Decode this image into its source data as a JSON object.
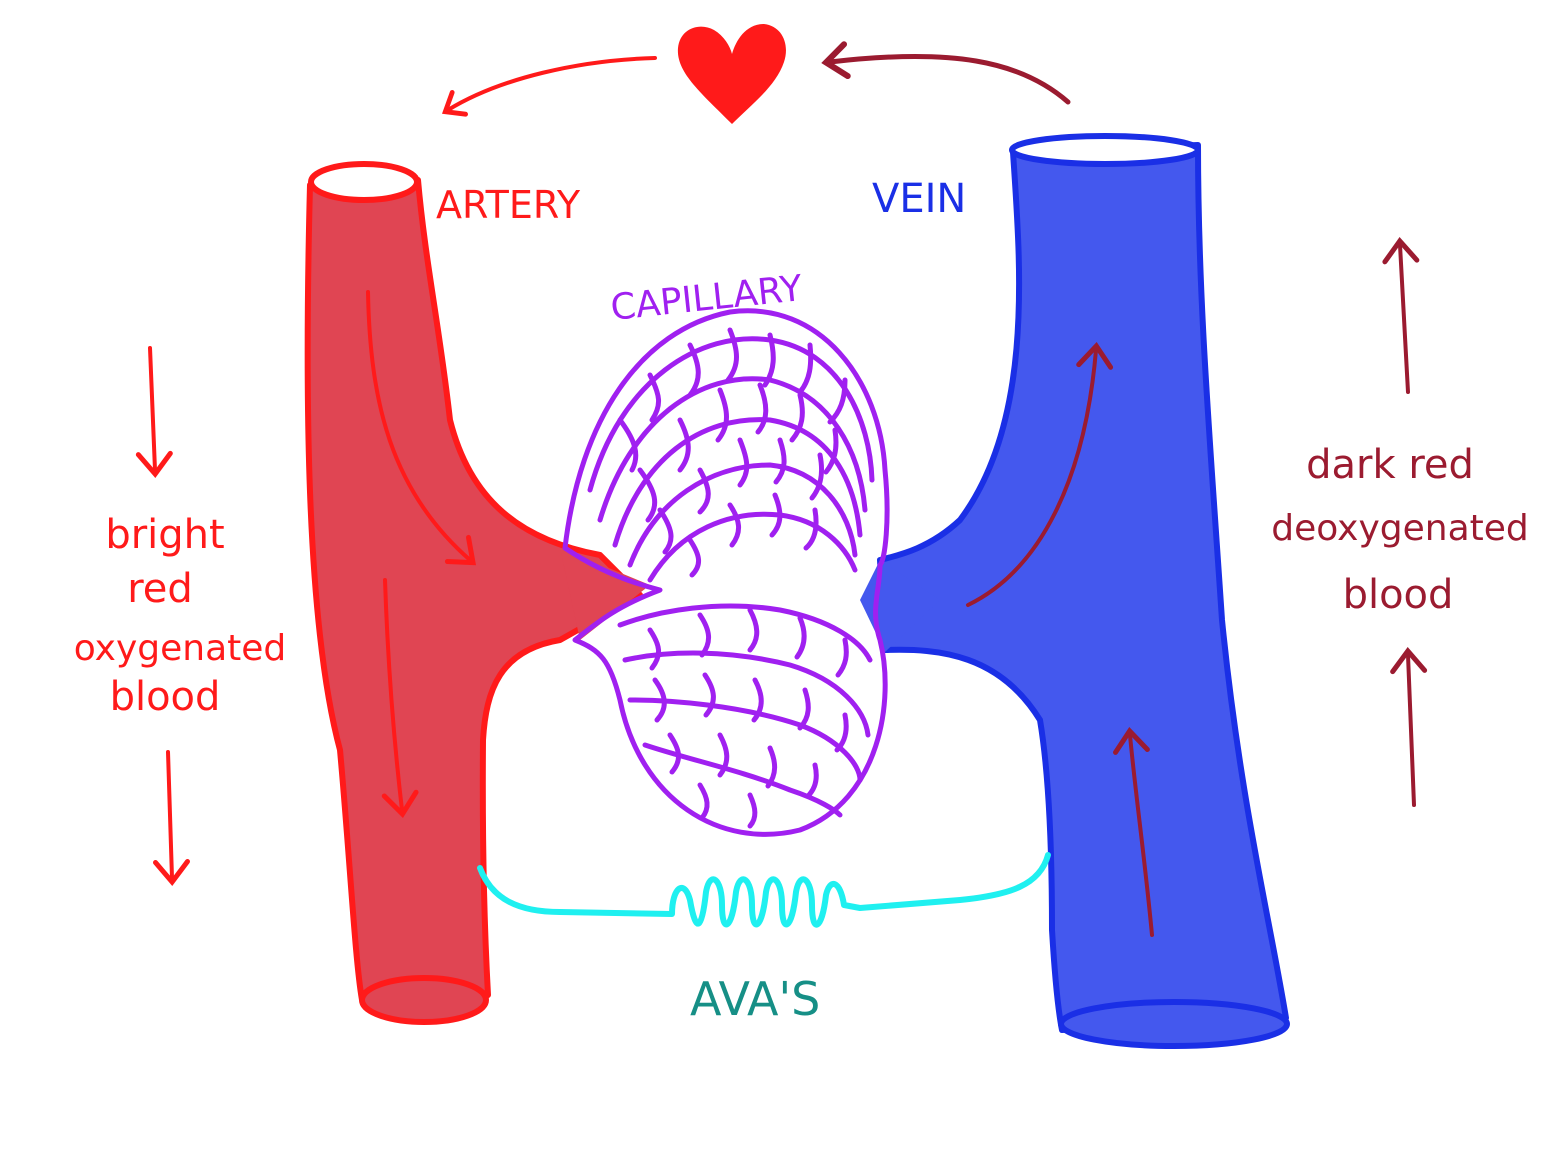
{
  "labels": {
    "artery": "ARTERY",
    "vein": "VEIN",
    "capillary": "CAPILLARY",
    "avas": "AVA'S",
    "left_note": [
      "bright",
      "red",
      "oxygenated",
      "blood"
    ],
    "right_note": [
      "dark red",
      "deoxygenated",
      "blood"
    ]
  },
  "icons": {
    "heart": "heart-icon"
  },
  "colors": {
    "artery_fill": "#e04553",
    "artery_stroke": "#ff1a1a",
    "vein_fill": "#4458ee",
    "vein_stroke": "#1a2fe6",
    "capillary": "#a020f0",
    "ava": "#1ff0f0",
    "ava_text": "#168f86",
    "artery_text": "#ff1a1a",
    "vein_text": "#1a2fe6",
    "dark_red": "#9b1b30",
    "heart": "#ff1a1a"
  }
}
